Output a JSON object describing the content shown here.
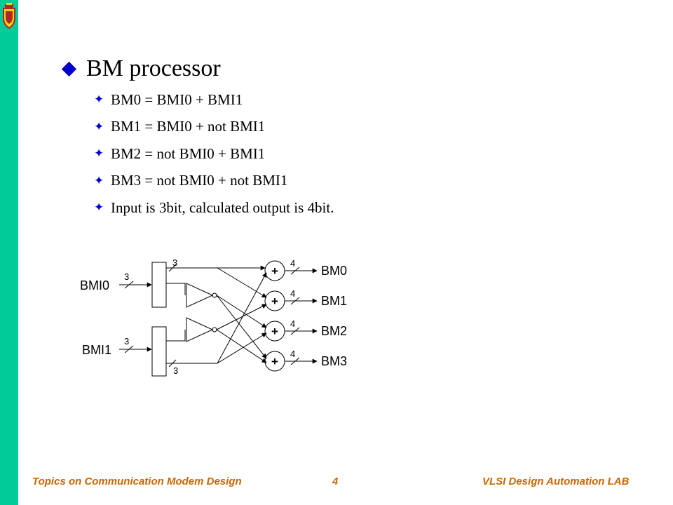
{
  "slide": {
    "title": "BM processor",
    "bullets": [
      "BM0 = BMI0 + BMI1",
      "BM1 = BMI0 + not BMI1",
      "BM2 = not BMI0 + BMI1",
      "BM3 = not BMI0 + not BMI1",
      "Input is 3bit, calculated output is 4bit."
    ]
  },
  "diagram": {
    "inputs": [
      "BMI0",
      "BMI1"
    ],
    "input_width": "3",
    "branch_width": "3",
    "adder_symbol": "+",
    "output_width": "4",
    "outputs": [
      "BM0",
      "BM1",
      "BM2",
      "BM3"
    ]
  },
  "footer": {
    "left": "Topics on Communication Modem Design",
    "page_number": "4",
    "right": "VLSI Design Automation LAB"
  },
  "colors": {
    "side_bar": "#00cc99",
    "bullet": "#0000cc",
    "footer_text": "#cc6600"
  },
  "icons": {
    "logo": "university-shield-icon",
    "heading_bullet": "diamond-icon",
    "sub_bullet": "four-point-star-icon"
  }
}
